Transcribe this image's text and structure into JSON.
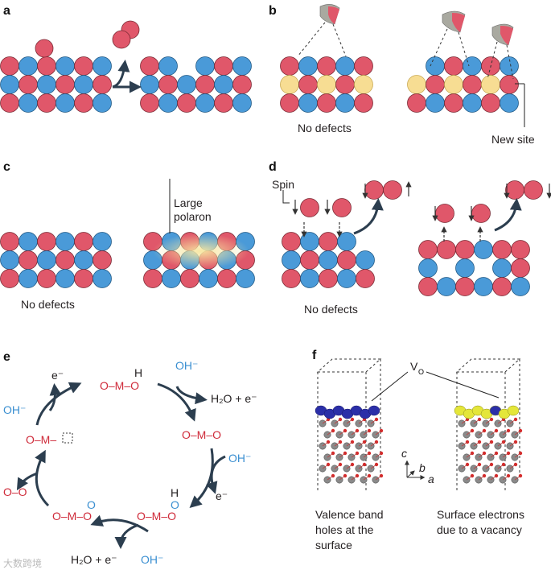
{
  "panels": {
    "a": {
      "label": "a"
    },
    "b": {
      "label": "b",
      "no_defects": "No defects",
      "new_site": "New site"
    },
    "c": {
      "label": "c",
      "large": "Large",
      "polaron": "polaron",
      "no_defects": "No defects"
    },
    "d": {
      "label": "d",
      "spin": "Spin",
      "no_defects": "No defects"
    },
    "e": {
      "label": "e",
      "oh1": "OH⁻",
      "e1": "e⁻",
      "oh_top_right": "OH⁻",
      "h2o_plus_e_right": "H₂O + e⁻",
      "h_top": "H",
      "m_top": "O–M–O",
      "m_right": "O–M–O",
      "oh_mid_right": "OH⁻",
      "e_mid_right": "e⁻",
      "h_lower_right": "H",
      "m_lower_right": "O–M–O",
      "o_lower_right": "O",
      "m_bottom": "O–M–O",
      "o_bottom": "O",
      "oh_bottom": "OH⁻",
      "h2o_plus_e_bottom": "H₂O + e⁻",
      "o_o": "O–O",
      "m_left": "O–M–",
      "oh_left": "OH⁻",
      "e_left": "e⁻"
    },
    "f": {
      "label": "f",
      "vo": "V",
      "vo_sub": "O",
      "axis_c": "c",
      "axis_b": "b",
      "axis_a": "a",
      "caption_left": [
        "Valence band",
        "holes at the",
        "surface"
      ],
      "caption_right": [
        "Surface electrons",
        "due to a vacancy"
      ]
    }
  },
  "watermark": "大数跨境",
  "colors": {
    "oxygen_red": "#e0576a",
    "metal_blue": "#4a9ad8",
    "defect_yellow": "#f7dd93",
    "arrow": "#2c3e4f"
  }
}
